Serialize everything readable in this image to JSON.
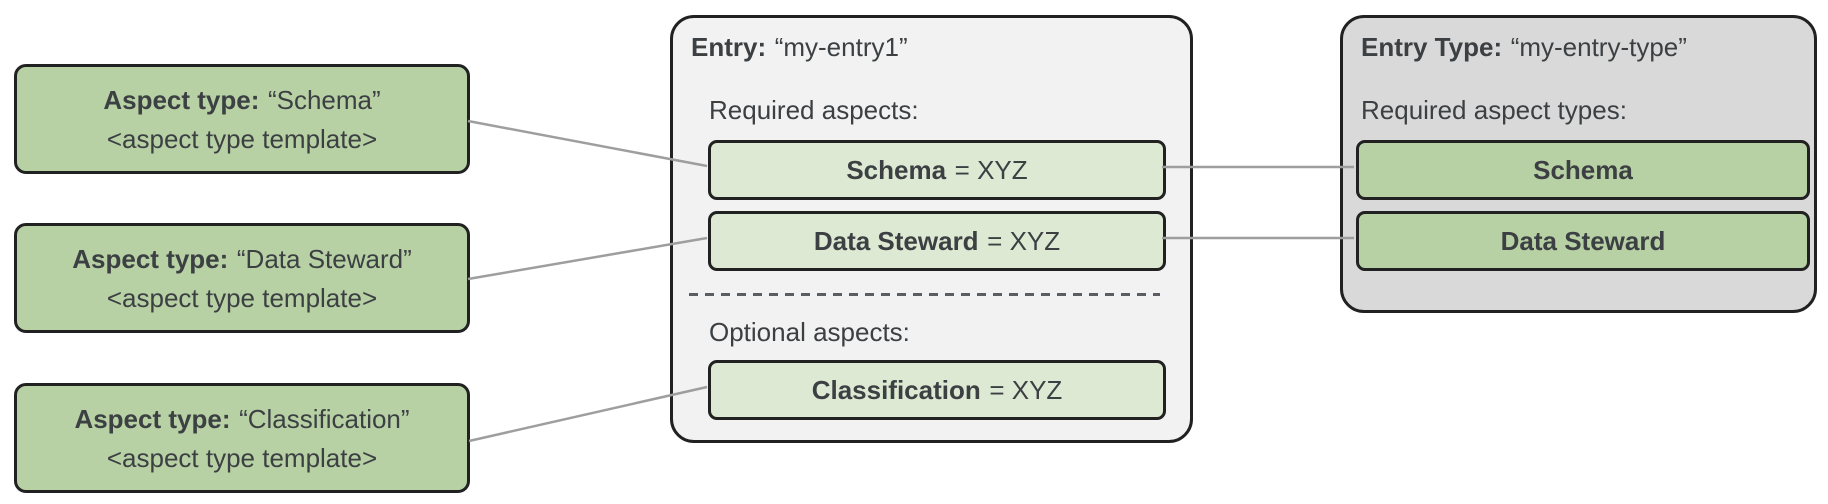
{
  "colors": {
    "green_medium": "#b7d1a5",
    "green_light": "#dde9d3",
    "panel_light_gray": "#f2f2f2",
    "panel_gray": "#d9d9d9",
    "border_dark": "#212121",
    "connector_gray": "#9e9e9e",
    "text": "#3c4043"
  },
  "aspect_types": [
    {
      "label": "Aspect type:",
      "name": "“Schema”",
      "template": "<aspect type template>"
    },
    {
      "label": "Aspect type:",
      "name": "“Data Steward”",
      "template": "<aspect type template>"
    },
    {
      "label": "Aspect type:",
      "name": "“Classification”",
      "template": "<aspect type template>"
    }
  ],
  "entry": {
    "title_label": "Entry:",
    "title_value": "“my-entry1”",
    "required_heading": "Required aspects:",
    "required_aspects": [
      {
        "name": "Schema",
        "value": "= XYZ"
      },
      {
        "name": "Data Steward",
        "value": "= XYZ"
      }
    ],
    "optional_heading": "Optional aspects:",
    "optional_aspects": [
      {
        "name": "Classification",
        "value": "= XYZ"
      }
    ]
  },
  "entry_type": {
    "title_label": "Entry Type:",
    "title_value": "“my-entry-type”",
    "required_heading": "Required aspect types:",
    "required_aspect_types": [
      {
        "name": "Schema"
      },
      {
        "name": "Data Steward"
      }
    ]
  }
}
